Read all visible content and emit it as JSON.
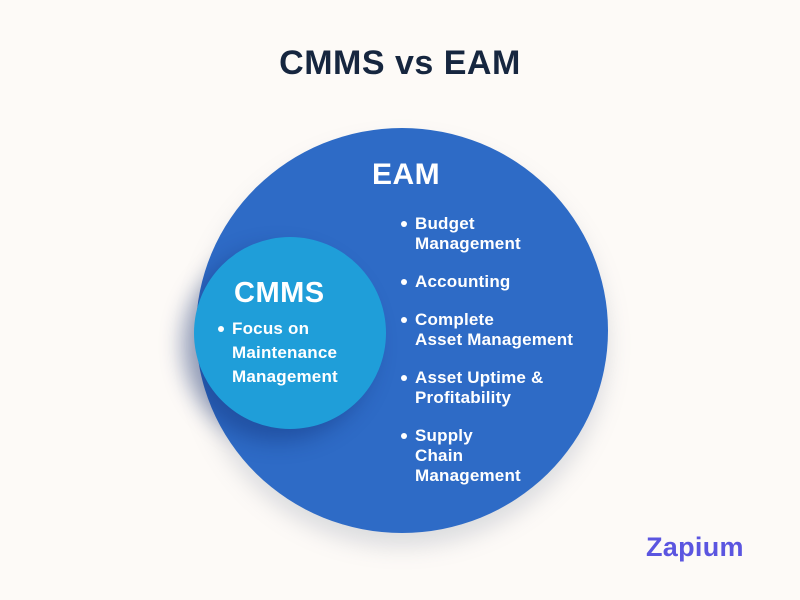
{
  "page": {
    "title": "CMMS vs EAM",
    "title_color": "#16263f",
    "background_color": "#fdfaf7"
  },
  "venn": {
    "outer": {
      "label": "EAM",
      "color": "#2e6bc6",
      "text_color": "#ffffff",
      "items": [
        "Budget\nManagement",
        "Accounting",
        "Complete\nAsset Management",
        "Asset Uptime &\nProfitability",
        "Supply\nChain\nManagement"
      ]
    },
    "inner": {
      "label": "CMMS",
      "color": "#1f9ed9",
      "text_color": "#ffffff",
      "items": [
        "Focus on\nMaintenance\nManagement"
      ]
    }
  },
  "footer": {
    "brand": "Zapium",
    "brand_color": "#5b55e0"
  }
}
